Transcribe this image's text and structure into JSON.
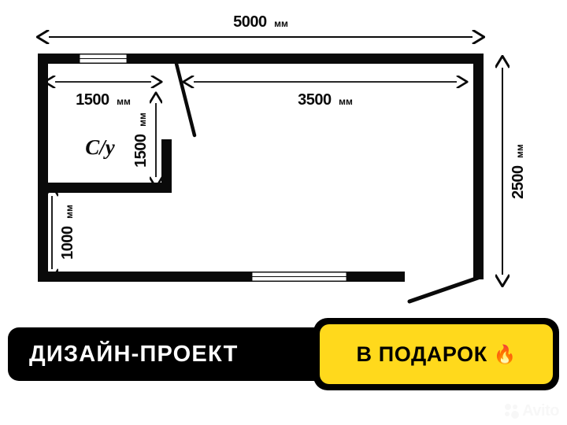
{
  "floorplan": {
    "room_label": "С/у",
    "dimensions": {
      "overall_width": {
        "value": "5000",
        "unit": "мм"
      },
      "overall_height": {
        "value": "2500",
        "unit": "мм"
      },
      "bath_width": {
        "value": "1500",
        "unit": "мм"
      },
      "bath_depth": {
        "value": "1500",
        "unit": "мм"
      },
      "main_width": {
        "value": "3500",
        "unit": "мм"
      },
      "corridor_width": {
        "value": "1000",
        "unit": "мм"
      }
    }
  },
  "promo": {
    "dark_label": "ДИЗАЙН-ПРОЕКТ",
    "yellow_label": "В ПОДАРОК",
    "fire_icon": "🔥",
    "yellow_color": "#FFD91C",
    "dark_color": "#000000"
  },
  "watermark": {
    "text": "Avito",
    "icon": "avito-dots-icon"
  }
}
